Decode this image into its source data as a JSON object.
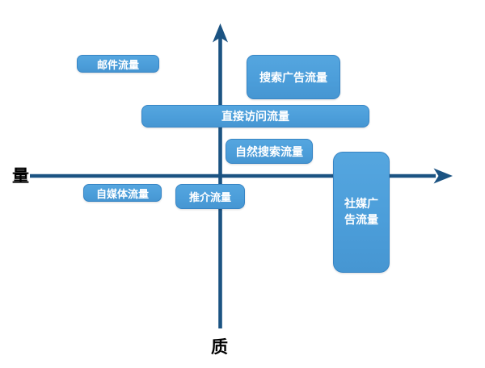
{
  "diagram": {
    "title_semantic": "traffic-quality-vs-quantity-quadrant",
    "y_axis_label": "量",
    "x_axis_label": "质",
    "boxes": [
      {
        "id": "email-traffic",
        "label": "邮件流量"
      },
      {
        "id": "search-ad-traffic",
        "label": "搜索广告流量"
      },
      {
        "id": "direct-visit-traffic",
        "label": "直接访问流量"
      },
      {
        "id": "organic-search-traffic",
        "label": "自然搜索流量"
      },
      {
        "id": "self-media-traffic",
        "label": "自媒体流量"
      },
      {
        "id": "referral-traffic",
        "label": "推介流量"
      },
      {
        "id": "social-ad-traffic",
        "label": "社媒广告流量"
      }
    ]
  },
  "colors": {
    "axis": "#1B5382",
    "box_fill": "#4C9EDA",
    "box_border": "#3785C5",
    "box_text": "#FFFFFF",
    "background": "#FFFFFF"
  }
}
